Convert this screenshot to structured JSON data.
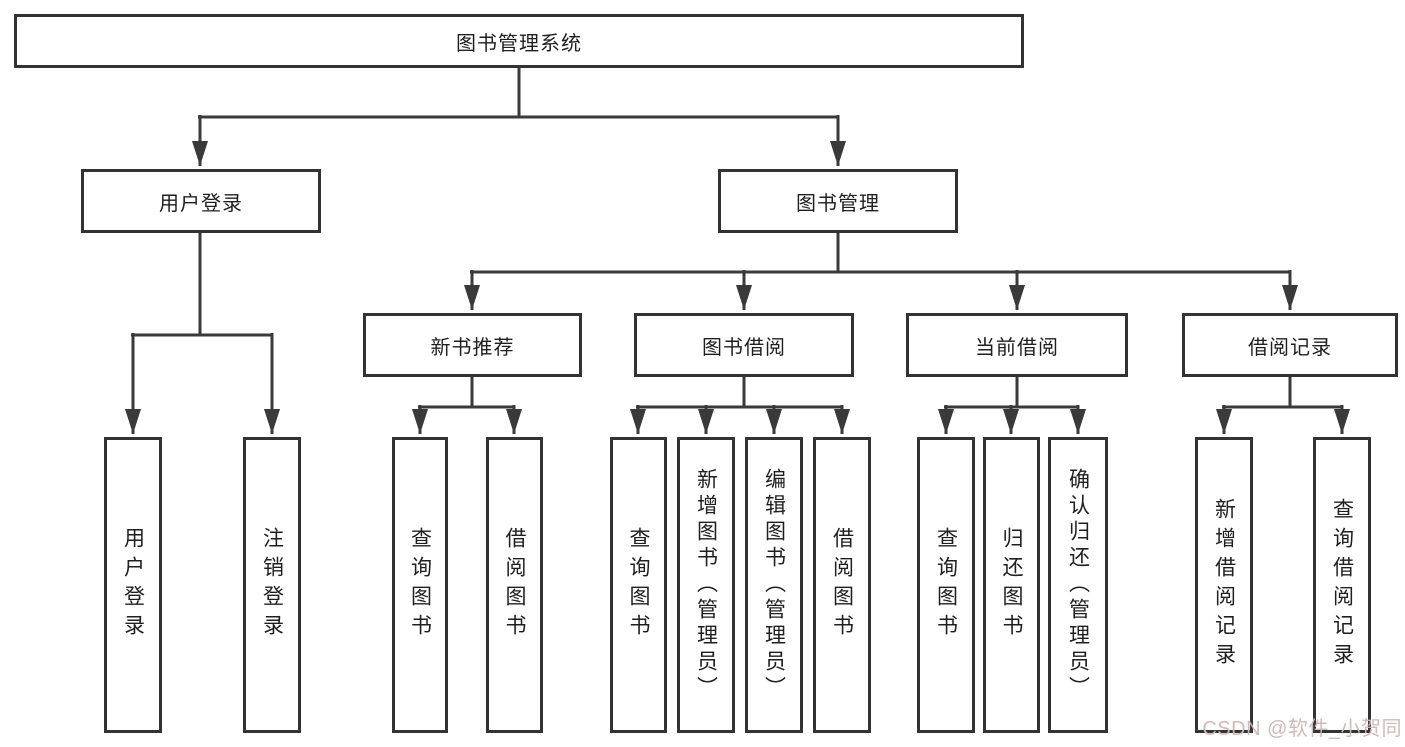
{
  "watermark": "CSDN @软件_小贺同学",
  "style": {
    "line_color": "#3a3a3a",
    "box_border_color": "#333333",
    "text_color": "#1f1f1f",
    "watermark_color": "#cdb7b5",
    "background": "#ffffff"
  },
  "tree": {
    "root": "图书管理系统",
    "branches": [
      {
        "label": "用户登录",
        "children": [
          "用户登录",
          "注销登录"
        ]
      },
      {
        "label": "图书管理",
        "groups": [
          {
            "label": "新书推荐",
            "children": [
              "查询图书",
              "借阅图书"
            ]
          },
          {
            "label": "图书借阅",
            "children": [
              "查询图书",
              "新增图书（管理员）",
              "编辑图书（管理员）",
              "借阅图书"
            ]
          },
          {
            "label": "当前借阅",
            "children": [
              "查询图书",
              "归还图书",
              "确认归还（管理员）"
            ]
          },
          {
            "label": "借阅记录",
            "children": [
              "新增借阅记录",
              "查询借阅记录"
            ]
          }
        ]
      }
    ]
  }
}
